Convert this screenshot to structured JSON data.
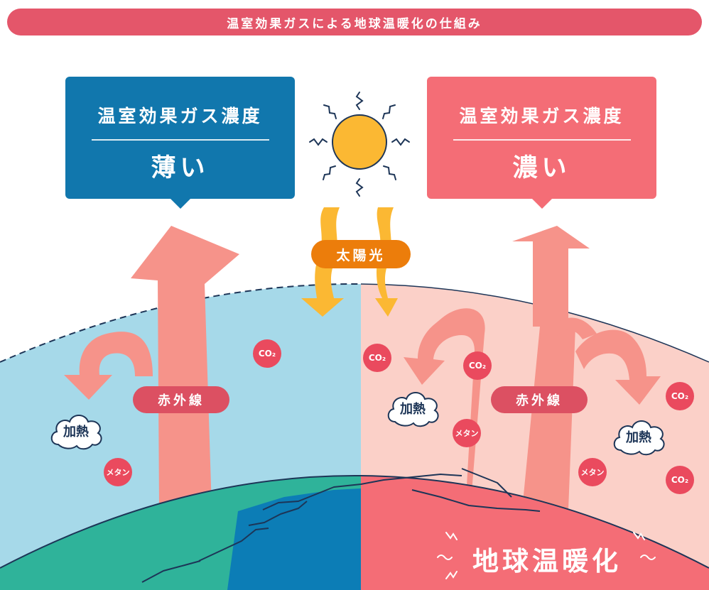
{
  "title": "温室効果ガスによる地球温暖化の仕組み",
  "left_panel": {
    "label": "温室効果ガス濃度",
    "value": "薄い"
  },
  "right_panel": {
    "label": "温室効果ガス濃度",
    "value": "濃い"
  },
  "sunlight_label": "太陽光",
  "infrared_label": "赤外線",
  "heating_label": "加熱",
  "methane_label": "メタン",
  "co2_label": "CO₂",
  "global_warming_label": "地球温暖化",
  "colors": {
    "thin_box": "#1177ad",
    "thick_box": "#f46d76",
    "title_bar": "#e4566a",
    "atmosphere_thin": "#a6d9e9",
    "atmosphere_thick": "#fbd0c8",
    "sun": "#fbb833",
    "sunlight_pill": "#ec7d0b",
    "infrared_arrow": "#f6938a",
    "molecule": "#ea4a5e",
    "earth_green": "#2fb39a",
    "earth_blue": "#0c7db6",
    "earth_red": "#f46d76"
  }
}
